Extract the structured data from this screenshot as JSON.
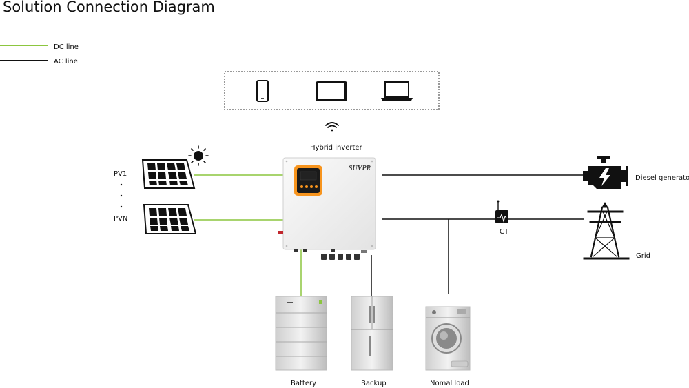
{
  "title": "Solution Connection Diagram",
  "legend": {
    "dc_label": "DC line",
    "ac_label": "AC line",
    "dc_color": "#8cc63f",
    "ac_color": "#111111"
  },
  "labels": {
    "hybrid_inverter": "Hybrid inverter",
    "brand": "SUVPR",
    "pv_first": "PV1",
    "pv_last": "PVN",
    "ct": "CT",
    "diesel": "Diesel generators",
    "grid": "Grid",
    "battery": "Battery",
    "backup": "Backup",
    "normal_load": "Nomal load"
  },
  "colors": {
    "display_accent": "#f7941d",
    "display_bg": "#1a1a1a"
  },
  "icons": [
    "phone-icon",
    "tablet-icon",
    "laptop-icon",
    "wifi-icon",
    "sun-icon",
    "solar-panel-icon",
    "engine-icon",
    "transmission-tower-icon",
    "ct-sensor-icon",
    "battery-stack-icon",
    "refrigerator-icon",
    "washing-machine-icon"
  ]
}
